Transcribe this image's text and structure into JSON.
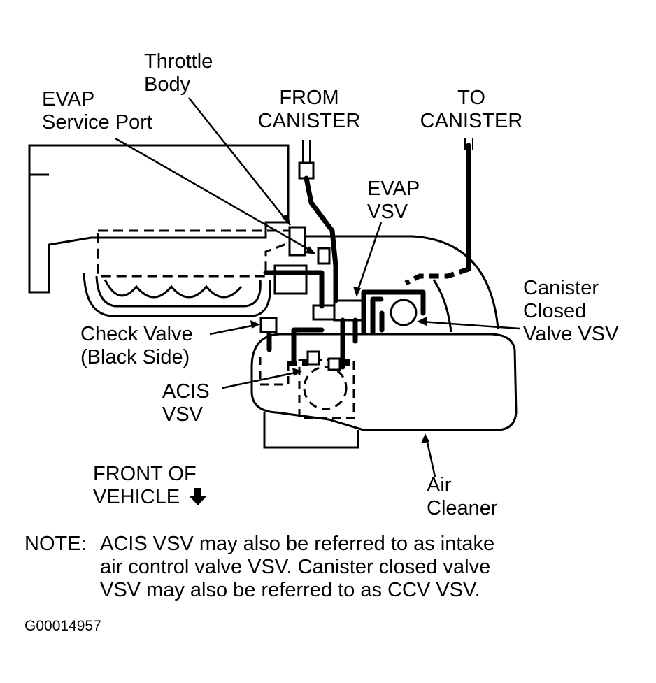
{
  "labels": {
    "throttle_body": [
      "Throttle",
      "Body"
    ],
    "evap_service_port": [
      "EVAP",
      "Service Port"
    ],
    "from_canister": [
      "FROM",
      "CANISTER"
    ],
    "to_canister": [
      "TO",
      "CANISTER"
    ],
    "evap_vsv": [
      "EVAP",
      "VSV"
    ],
    "canister_closed_valve_vsv": [
      "Canister",
      "Closed",
      "Valve VSV"
    ],
    "check_valve": [
      "Check Valve",
      "(Black Side)"
    ],
    "acis_vsv": [
      "ACIS",
      "VSV"
    ],
    "front_of_vehicle": [
      "FRONT OF",
      "VEHICLE"
    ],
    "air_cleaner": [
      "Air",
      "Cleaner"
    ]
  },
  "note": {
    "prefix": "NOTE:",
    "lines": [
      "ACIS VSV may also be referred to as intake",
      "air control valve VSV. Canister closed valve",
      "VSV may also be referred to as CCV VSV."
    ]
  },
  "figure_code": "G00014957",
  "icons": {
    "front_arrow": "down-arrow-icon"
  },
  "colors": {
    "ink": "#000000",
    "background": "#ffffff"
  }
}
